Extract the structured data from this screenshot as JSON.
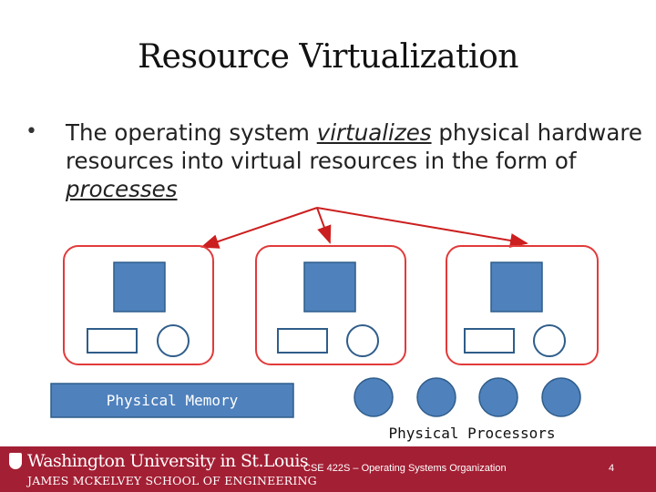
{
  "slide": {
    "title": "Resource Virtualization",
    "bullet": {
      "marker": "•",
      "text_1": "The operating system ",
      "emph_1": "virtualizes",
      "text_2": " physical hardware resources into virtual resources in the form of ",
      "emph_2": "processes"
    }
  },
  "diagram": {
    "process_count": 3,
    "physical_memory_label": "Physical Memory",
    "physical_processors_label": "Physical Processors",
    "processor_count": 4,
    "colors": {
      "box_fill": "#4f81bd",
      "box_stroke": "#2f5d8a",
      "process_outline": "#e23a3a",
      "arrow": "#cc1f1f"
    }
  },
  "footer": {
    "university": "Washington University in St.Louis",
    "school": "JAMES MCKELVEY SCHOOL OF ENGINEERING",
    "course": "CSE 422S – Operating Systems Organization",
    "page": "4",
    "background": "#a31f34"
  }
}
